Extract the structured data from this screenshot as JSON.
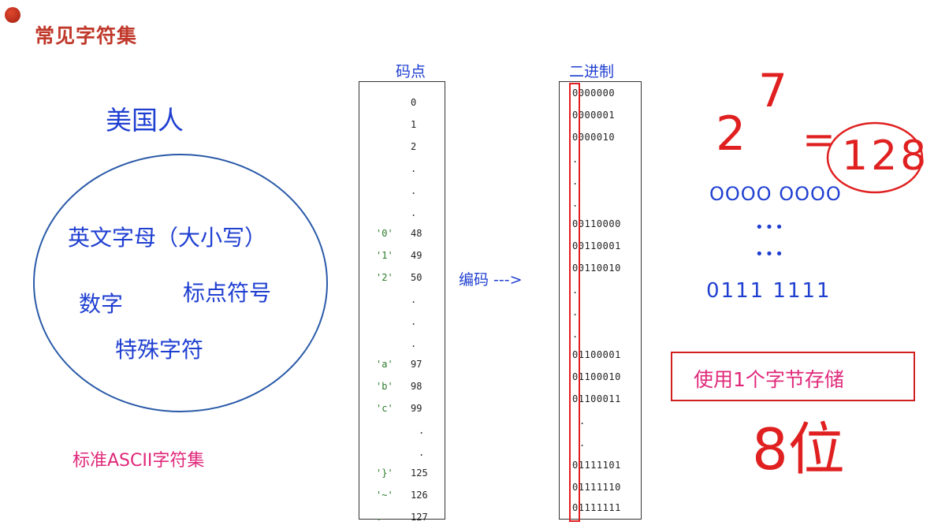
{
  "header": {
    "title": "常见字符集"
  },
  "left": {
    "people_label": "美国人",
    "circle_items": {
      "letters": "英文字母（大小写）",
      "digits": "数字",
      "punct": "标点符号",
      "special": "特殊字符"
    },
    "charset_label": "标准ASCII字符集"
  },
  "codepoint_column": {
    "header": "码点",
    "rows": [
      {
        "char": "",
        "code": "0"
      },
      {
        "char": "",
        "code": "1"
      },
      {
        "char": "",
        "code": "2"
      },
      {
        "char": "",
        "code": "."
      },
      {
        "char": "",
        "code": "."
      },
      {
        "char": "",
        "code": "."
      },
      {
        "char": "'0'",
        "code": "48"
      },
      {
        "char": "'1'",
        "code": "49"
      },
      {
        "char": "'2'",
        "code": "50"
      },
      {
        "char": "",
        "code": "."
      },
      {
        "char": "",
        "code": "."
      },
      {
        "char": "",
        "code": "."
      },
      {
        "char": "'a'",
        "code": "97"
      },
      {
        "char": "'b'",
        "code": "98"
      },
      {
        "char": "'c'",
        "code": "99"
      },
      {
        "char": "",
        "code": "."
      },
      {
        "char": "",
        "code": "."
      },
      {
        "char": "'}'",
        "code": "125"
      },
      {
        "char": "'~'",
        "code": "126"
      },
      {
        "char": ".",
        "code": "127"
      }
    ]
  },
  "encode_arrow": "编码 --->",
  "binary_column": {
    "header": "二进制",
    "rows": [
      "0000000",
      "0000001",
      "0000010",
      ".",
      ".",
      ".",
      "00110000",
      "00110001",
      "00110010",
      ".",
      ".",
      ".",
      "01100001",
      "01100010",
      "01100011",
      ".",
      ".",
      "01111101",
      "01111110",
      "01111111"
    ]
  },
  "right": {
    "power_base": "2",
    "power_exp": "7",
    "equals": "=",
    "result": "128",
    "bits_pattern": "OOOO OOOO",
    "ellipsis1": "•••",
    "ellipsis2": "•••",
    "max_pattern": "0111 1111",
    "storage_note": "使用1个字节存储",
    "bits_label": "8位"
  },
  "colors": {
    "title": "#c0392b",
    "handwriting_blue": "#1f3fd1",
    "handwriting_pink": "#e0287a",
    "handwriting_red": "#e02020",
    "char_green": "#2a7a2a"
  }
}
